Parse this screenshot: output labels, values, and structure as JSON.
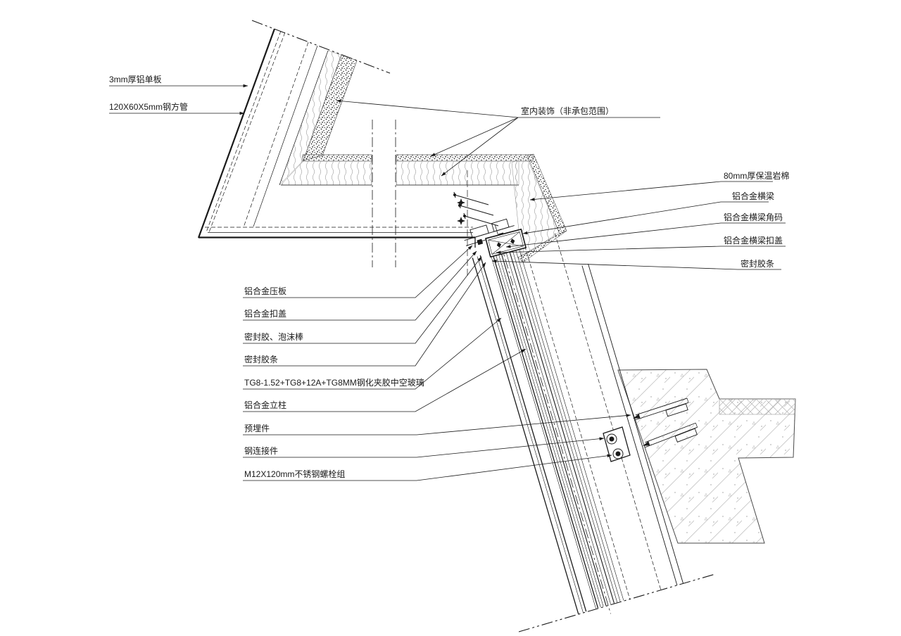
{
  "colors": {
    "line": "#1a1a1a",
    "background": "#ffffff"
  },
  "labels": {
    "top_left": [
      {
        "text": "3mm厚铝单板"
      },
      {
        "text": "120X60X5mm钢方管"
      }
    ],
    "interior": {
      "text": "室内装饰（非承包范围）"
    },
    "right": [
      {
        "text": "80mm厚保温岩棉"
      },
      {
        "text": "铝合金横梁"
      },
      {
        "text": "铝合金横梁角码"
      },
      {
        "text": "铝合金横梁扣盖"
      },
      {
        "text": "密封胶条"
      }
    ],
    "left": [
      {
        "text": "铝合金压板"
      },
      {
        "text": "铝合金扣盖"
      },
      {
        "text": "密封胶、泡沫棒"
      },
      {
        "text": "密封胶条"
      },
      {
        "text": "TG8-1.52+TG8+12A+TG8MM钢化夹胶中空玻璃"
      },
      {
        "text": "铝合金立柱"
      },
      {
        "text": "预埋件"
      },
      {
        "text": "钢连接件"
      },
      {
        "text": "M12X120mm不锈钢螺栓组"
      }
    ]
  }
}
